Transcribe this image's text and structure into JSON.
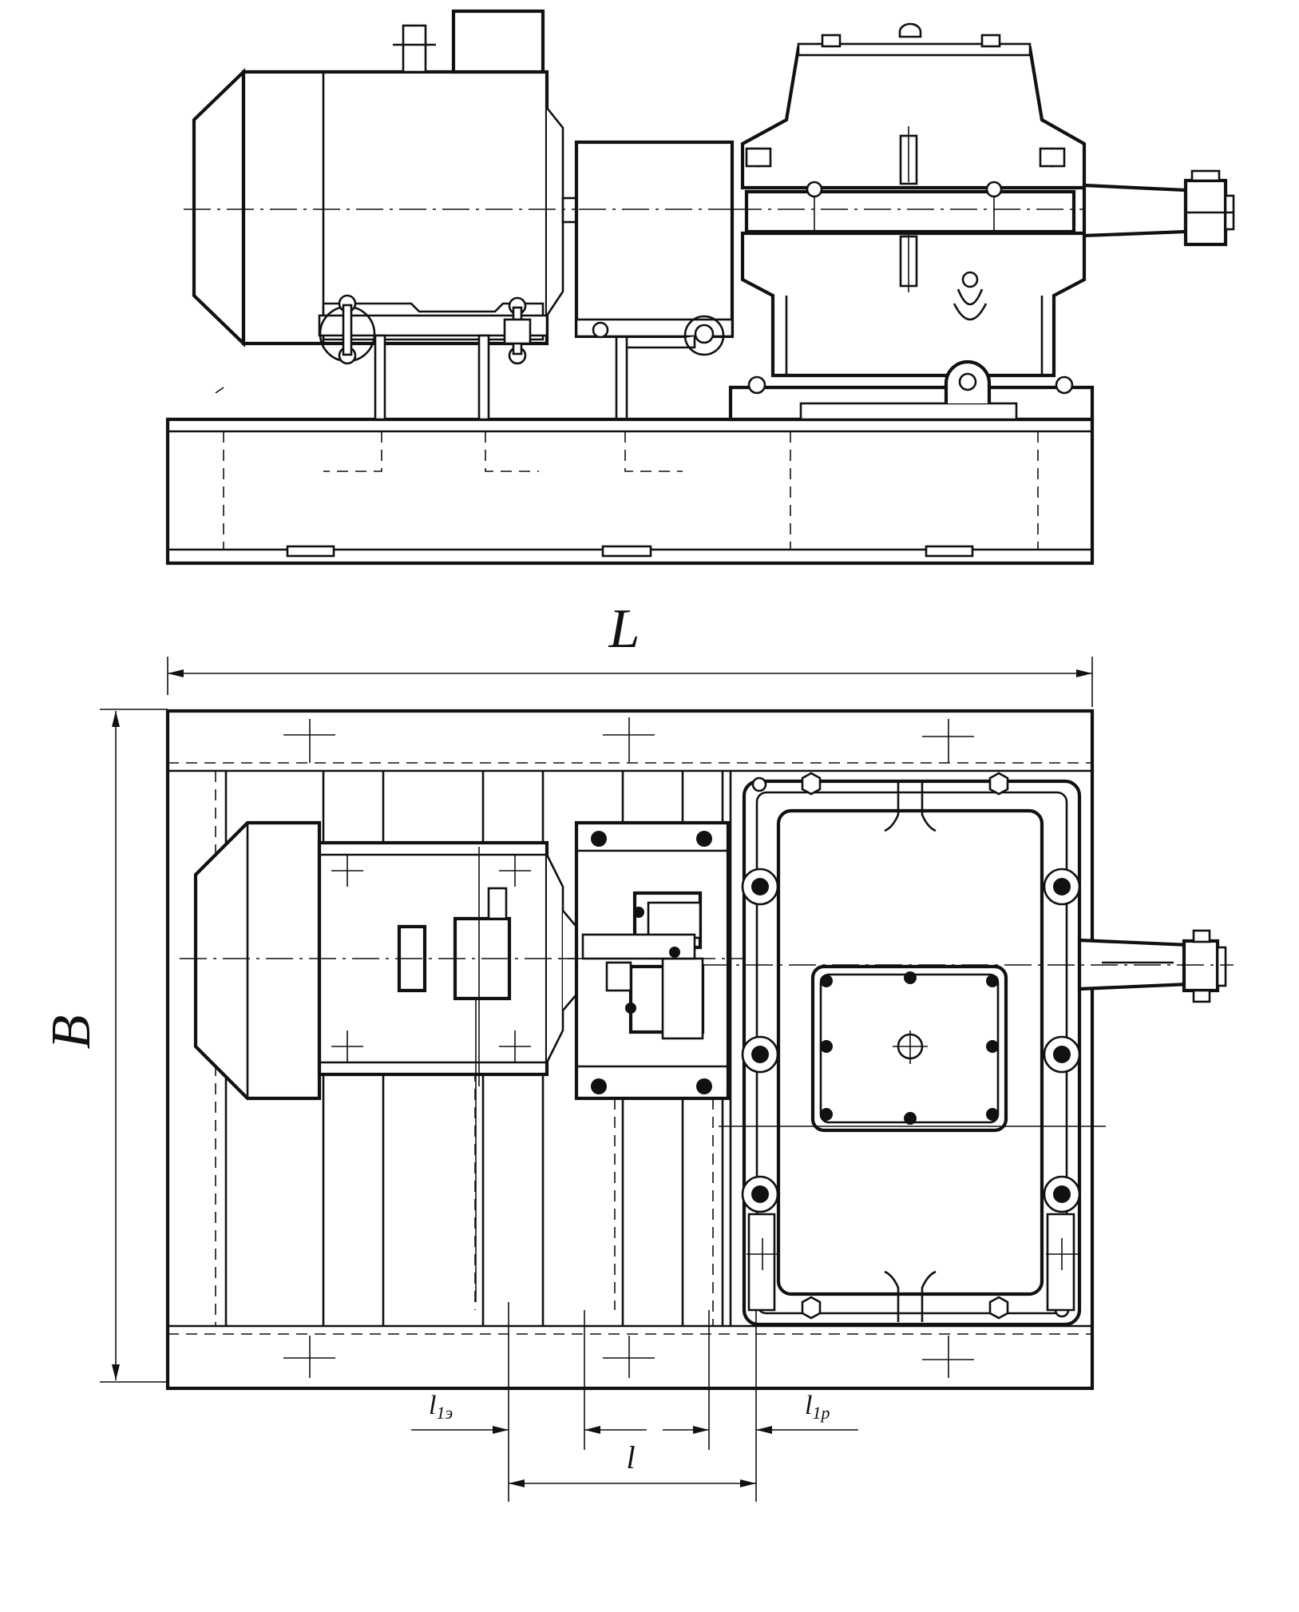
{
  "labels": {
    "L": "L",
    "B": "B",
    "l": "l",
    "l1e_main": "l",
    "l1e_sub": "1э",
    "l1r_main": "l",
    "l1r_sub": "1р"
  },
  "colors": {
    "ink": "#111111",
    "paper": "#ffffff"
  }
}
